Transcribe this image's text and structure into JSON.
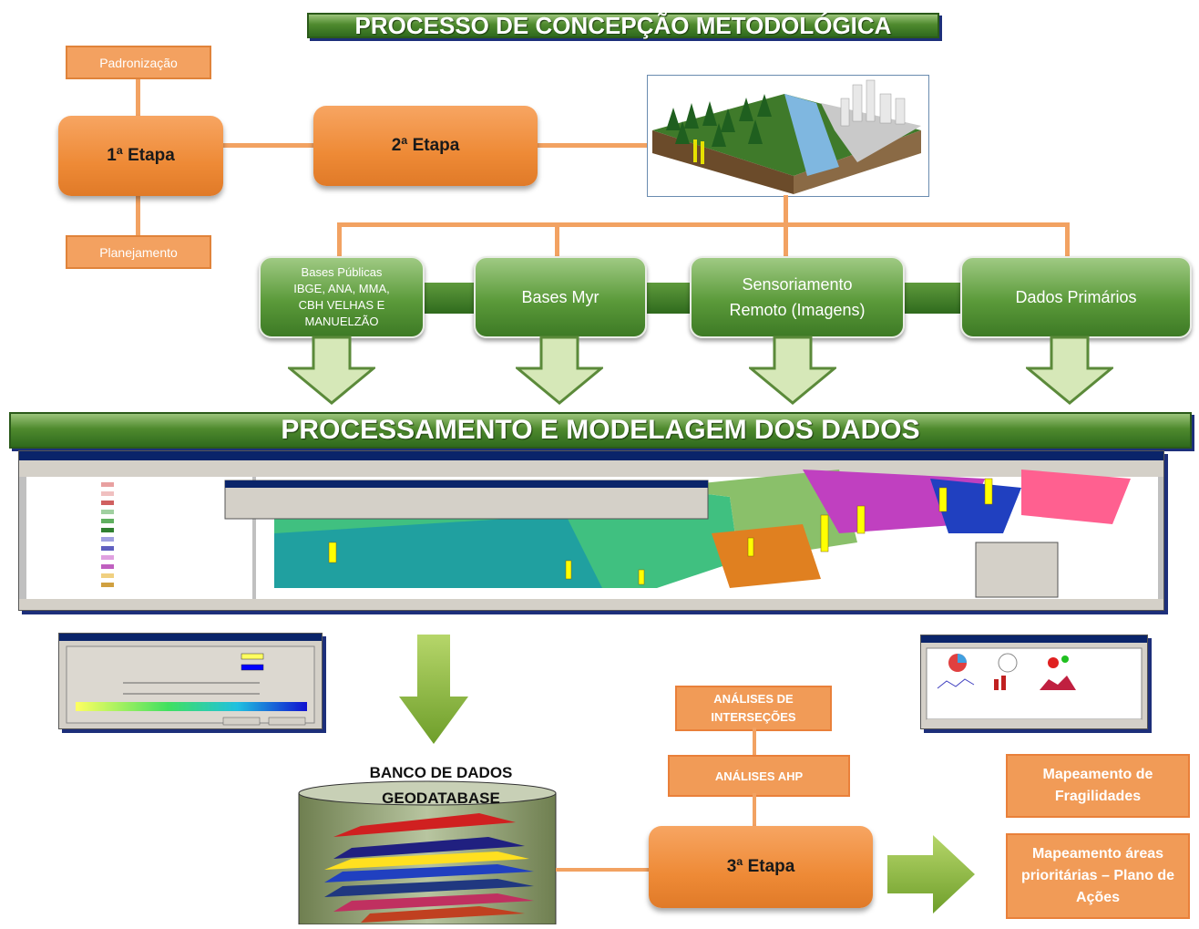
{
  "titles": {
    "top": "PROCESSO DE CONCEPÇÃO METODOLÓGICA",
    "middle": "PROCESSAMENTO E MODELAGEM DOS DADOS"
  },
  "etapa1": {
    "label": "1ª Etapa",
    "top_box": "Padronização",
    "bottom_box": "Planejamento"
  },
  "etapa2": {
    "label": "2ª Etapa"
  },
  "sources": [
    {
      "lines": [
        "Bases Públicas",
        "IBGE, ANA, MMA,",
        "CBH VELHAS E",
        "MANUELZÃO"
      ]
    },
    {
      "lines": [
        "Bases Myr"
      ]
    },
    {
      "lines": [
        "Sensoriamento",
        "Remoto (Imagens)"
      ]
    },
    {
      "lines": [
        "Dados Primários"
      ]
    }
  ],
  "database": {
    "title": "BANCO DE DADOS",
    "subtitle": "GEODATABASE"
  },
  "etapa3": {
    "label": "3ª Etapa",
    "analyses": [
      "ANÁLISES DE INTERSEÇÕES",
      "ANÁLISES AHP"
    ]
  },
  "outputs": [
    "Mapeamento de Fragilidades",
    "Mapeamento áreas prioritárias – Plano de Ações"
  ],
  "colors": {
    "orange": "#f19b57",
    "green": "#4f8a2e",
    "blue_shadow": "#1d2f7a"
  }
}
